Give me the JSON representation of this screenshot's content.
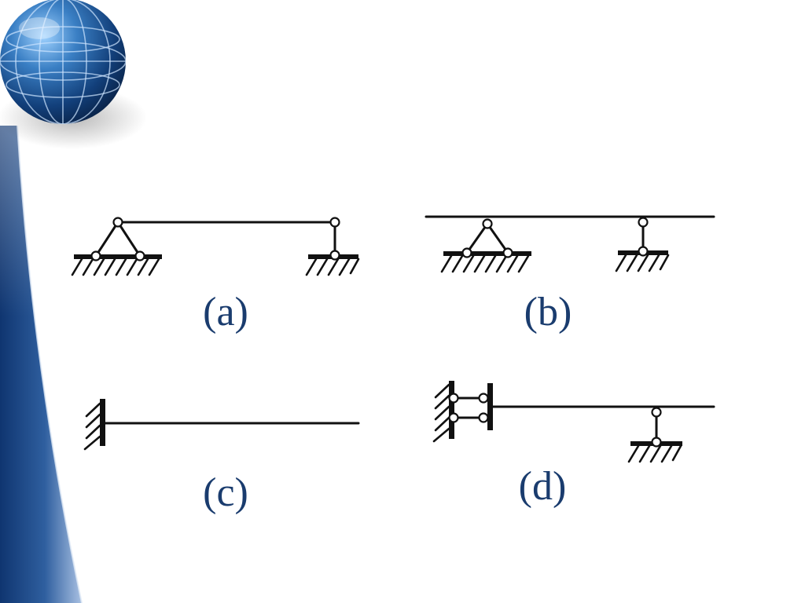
{
  "diagram": {
    "labels": {
      "a": "(a)",
      "b": "(b)",
      "c": "(c)",
      "d": "(d)"
    },
    "colors": {
      "line": "#111111",
      "label": "#1a3c6e",
      "sidebar_dark": "#123e7a",
      "sidebar_light": "#6f93c7",
      "globe": "#1b4e8f"
    },
    "icons": {
      "decoration": "globe-icon"
    }
  }
}
